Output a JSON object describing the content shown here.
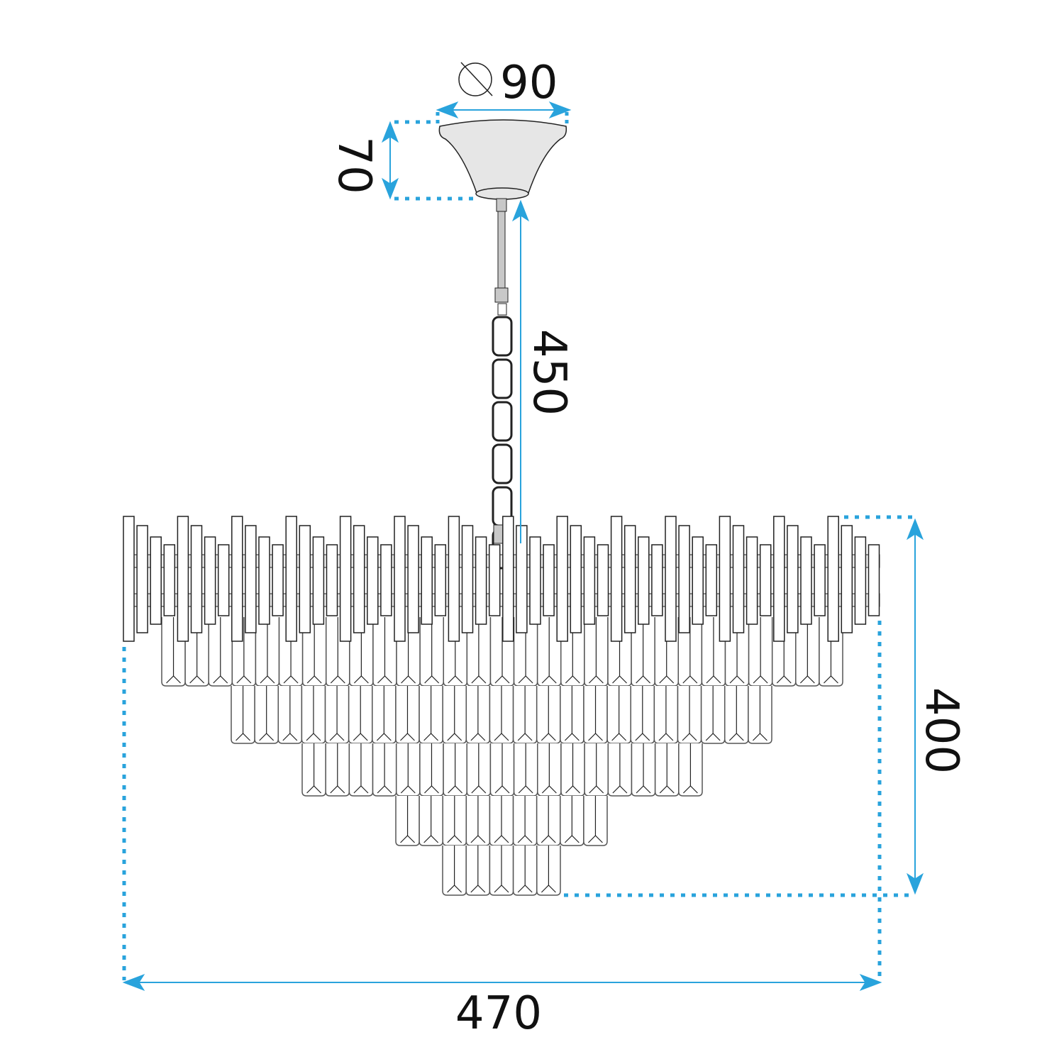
{
  "colors": {
    "dimension": "#29a3dc",
    "outline": "#222222",
    "canopy_fill": "#e6e6e6",
    "rod_fill": "#c8c8c8"
  },
  "dimensions": {
    "canopy_diameter": {
      "symbol": "diameter-icon",
      "value": "90"
    },
    "canopy_height": "70",
    "suspension_length": "450",
    "body_height": "400",
    "body_width": "470"
  }
}
